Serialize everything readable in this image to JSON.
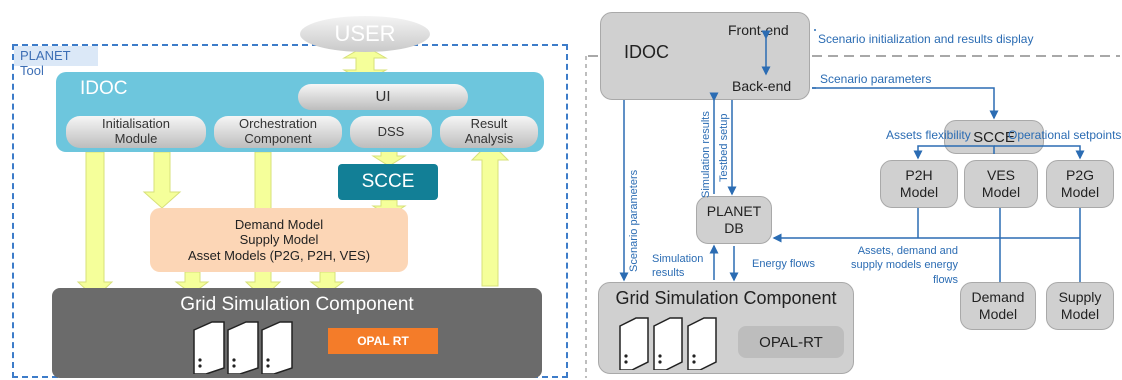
{
  "left": {
    "tool_label": "PLANET Tool",
    "user": "USER",
    "idoc": "IDOC",
    "ui": "UI",
    "modules": [
      "Initialisation Module",
      "Orchestration Component",
      "DSS",
      "Result Analysis"
    ],
    "scce": "SCCE",
    "models": [
      "Demand Model",
      "Supply Model",
      "Asset Models (P2G, P2H, VES)"
    ],
    "grid": "Grid Simulation Component",
    "opal": "OPAL RT"
  },
  "right": {
    "idoc": "IDOC",
    "front_end": "Front-end",
    "back_end": "Back-end",
    "scce": "SCCE",
    "p2h": "P2H Model",
    "ves": "VES Model",
    "p2g": "P2G Model",
    "planet_db": "PLANET DB",
    "grid": "Grid Simulation Component",
    "opal": "OPAL-RT",
    "demand": "Demand Model",
    "supply": "Supply Model",
    "labels": {
      "scenario_init": "Scenario initialization and results display",
      "scenario_params_top": "Scenario parameters",
      "scenario_params_vertical": "Scenario parameters",
      "simulation_results_vertical": "Simulation results",
      "testbed_setup": "Testbed setup",
      "assets_flexibility": "Assets flexibility",
      "operational_setpoints": "Operational setpoints",
      "simulation_results": "Simulation results",
      "energy_flows": "Energy flows",
      "assets_energy_flows": "Assets, demand and supply models energy flows"
    }
  },
  "colors": {
    "frame_blue": "#3d7cc9",
    "idoc_cyan": "#6dc6dd",
    "scce_teal": "#127f96",
    "models_peach": "#fcd6b6",
    "arrow_yellow": "#f5ff9a",
    "opal_orange": "#f47c29",
    "line_blue": "#2b6cb3"
  }
}
